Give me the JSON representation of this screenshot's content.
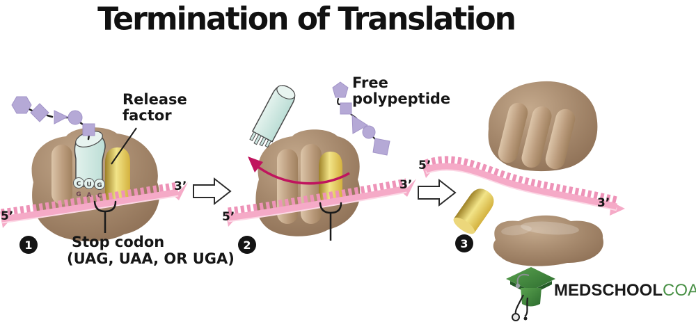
{
  "title": "Termination of Translation",
  "step1": {
    "number": "1",
    "release_factor_label": [
      "Release",
      "factor"
    ],
    "stop_codon_label": [
      "Stop codon",
      "(UAG, UAA, OR UGA)"
    ],
    "five_prime": "5’",
    "three_prime": "3’",
    "anticodon": [
      "C",
      "U",
      "G"
    ],
    "codon": [
      "G",
      "A",
      "C"
    ]
  },
  "step2": {
    "number": "2",
    "free_polypeptide_label": [
      "Free",
      "polypeptide"
    ],
    "five_prime": "5’",
    "three_prime": "3’"
  },
  "step3": {
    "number": "3",
    "five_prime": "5’",
    "three_prime": "3’"
  },
  "logo": {
    "brand_primary": "MEDSCHOOL",
    "brand_secondary": "COACH"
  },
  "colors": {
    "ribosome_brown": "#a3866a",
    "mrna_pink": "#f5aac7",
    "mrna_teeth": "#ee93b8",
    "trna_teal": "#cfe8e3",
    "release_factor_gold": "#e0c25a",
    "polypeptide_purple": "#b5a9d6",
    "accent_arrow": "#c0145e",
    "logo_green": "#4a9147"
  }
}
